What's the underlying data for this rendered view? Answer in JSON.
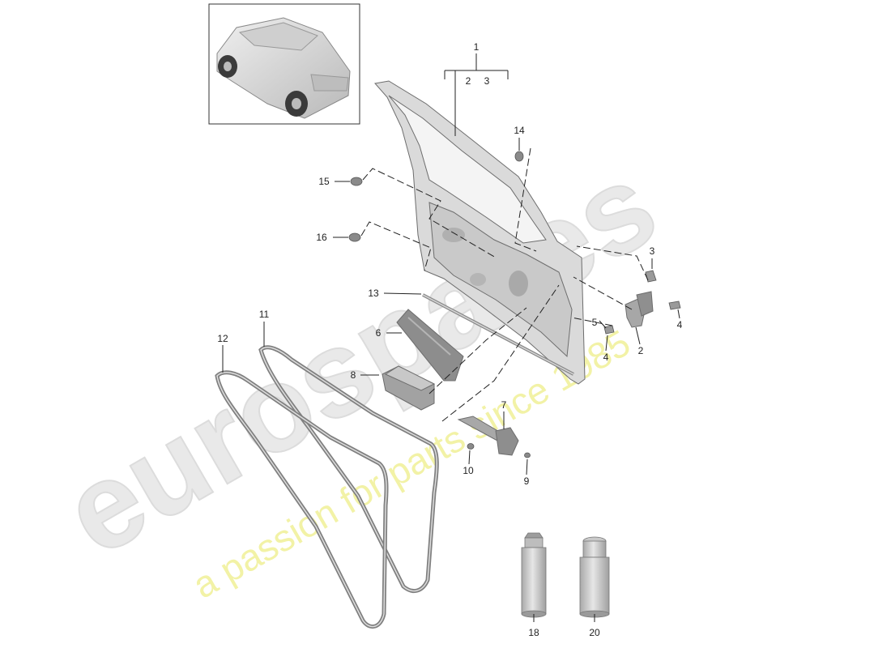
{
  "watermark": {
    "brand": "eurospares",
    "tagline": "a passion for parts since 1985"
  },
  "callouts": {
    "c1": "1",
    "c2a": "2",
    "c3a": "3",
    "c2b": "2",
    "c3b": "3",
    "c4a": "4",
    "c4b": "4",
    "c5": "5",
    "c6": "6",
    "c7": "7",
    "c8": "8",
    "c9": "9",
    "c10": "10",
    "c11": "11",
    "c12": "12",
    "c13": "13",
    "c14": "14",
    "c15": "15",
    "c16": "16",
    "c18": "18",
    "c20": "20"
  },
  "icons": {
    "thumbnail": "vehicle-thumbnail-icon",
    "door": "door-shell-icon",
    "seal": "door-seal-icon",
    "hinge": "door-hinge-icon",
    "check_strap": "door-check-strap-icon",
    "tube": "cartridge-tube-icon"
  },
  "colors": {
    "part_fill": "#d9d9d9",
    "part_stroke": "#6d6d6d",
    "line": "#222222",
    "watermark_brand": "#e9e9e9",
    "watermark_tagline": "#f2f2a6"
  }
}
